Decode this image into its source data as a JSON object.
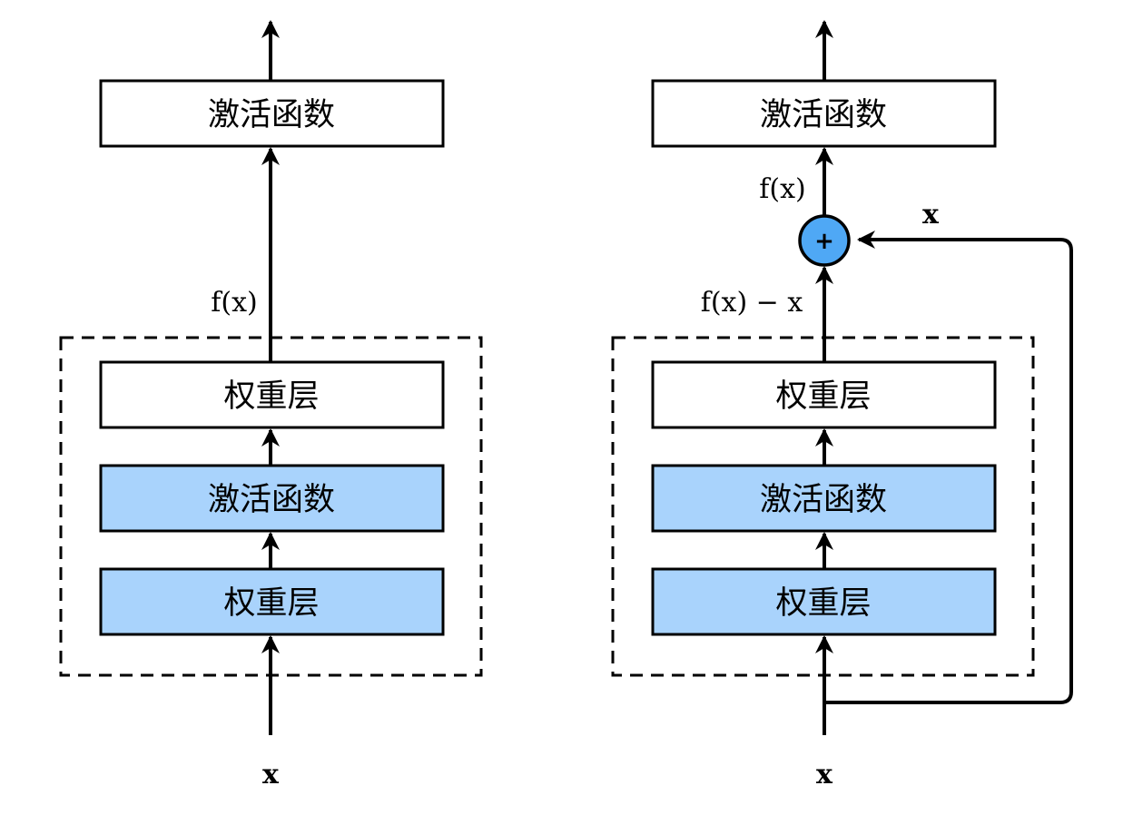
{
  "left": {
    "top_box": "激活函数",
    "block_weight_top": "权重层",
    "block_activation": "激活函数",
    "block_weight_bottom": "权重层",
    "output_label": "f(x)",
    "input_label": "x"
  },
  "right": {
    "top_box": "激活函数",
    "block_weight_top": "权重层",
    "block_activation": "激活函数",
    "block_weight_bottom": "权重层",
    "output_label": "f(x)",
    "residual_label": "f(x) − x",
    "skip_label": "x",
    "add_symbol": "+",
    "input_label": "x"
  },
  "colors": {
    "block_blue": "#a9d3fc",
    "add_node": "#4fa8f5"
  }
}
